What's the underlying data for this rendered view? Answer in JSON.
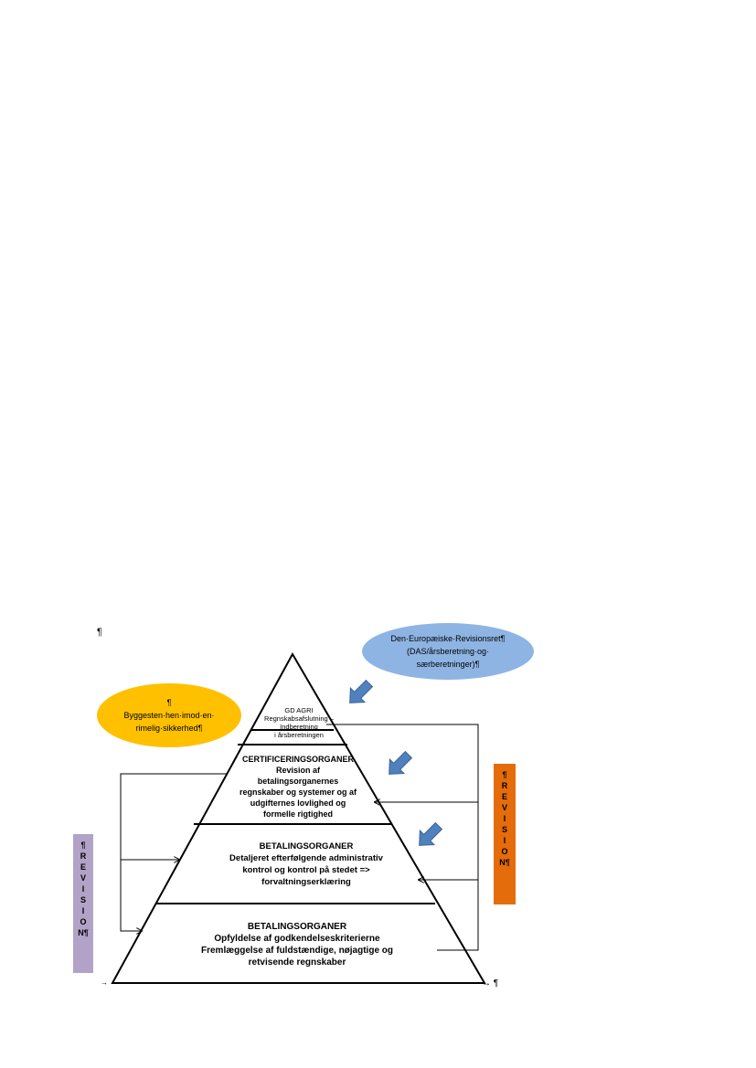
{
  "top_pilcrow": "¶",
  "auditor_ellipse": {
    "line1": "Den·Europæiske·Revisionsret¶",
    "line2": "(DAS/årsberetning·og·",
    "line3": "særberetninger)¶"
  },
  "assurance_ellipse": {
    "line1": "¶",
    "line2": "Byggesten·hen·imod·en·",
    "line3": "rimelig·sikkerhed¶"
  },
  "tier1": {
    "l1": "GD AGRI",
    "l2": "Regnskabsafslutning –",
    "l3": "Indberetning",
    "l4": "i årsberetningen"
  },
  "tier2": {
    "l1": "CERTIFICERINGSORGANER",
    "l2": "Revision af",
    "l3": "betalingsorganernes",
    "l4": "regnskaber og systemer og af",
    "l5": "udgifternes lovlighed og",
    "l6": "formelle rigtighed"
  },
  "tier3": {
    "l1": "BETALINGSORGANER",
    "l2": "Detaljeret efterfølgende administrativ",
    "l3": "kontrol og kontrol på stedet =>",
    "l4": "forvaltningserklæring"
  },
  "tier4": {
    "l1": "BETALINGSORGANER",
    "l2": "Opfyldelse af godkendelseskriterierne",
    "l3": "Fremlæggelse af fuldstændige, nøjagtige og",
    "l4": "retvisende regnskaber"
  },
  "revision_left": [
    "¶",
    "R",
    "E",
    "V",
    "I",
    "S",
    "I",
    "O",
    "N¶"
  ],
  "revision_right": [
    "¶",
    "R",
    "E",
    "V",
    "I",
    "S",
    "I",
    "O",
    "N¶"
  ],
  "line_end_left": "→",
  "line_end_right": "→ ¶",
  "colors": {
    "auditor": "#8eb4e3",
    "assurance": "#ffc000",
    "revision_left": "#b3a2c7",
    "revision_right": "#e46c0a",
    "arrow": "#4f81bd"
  }
}
